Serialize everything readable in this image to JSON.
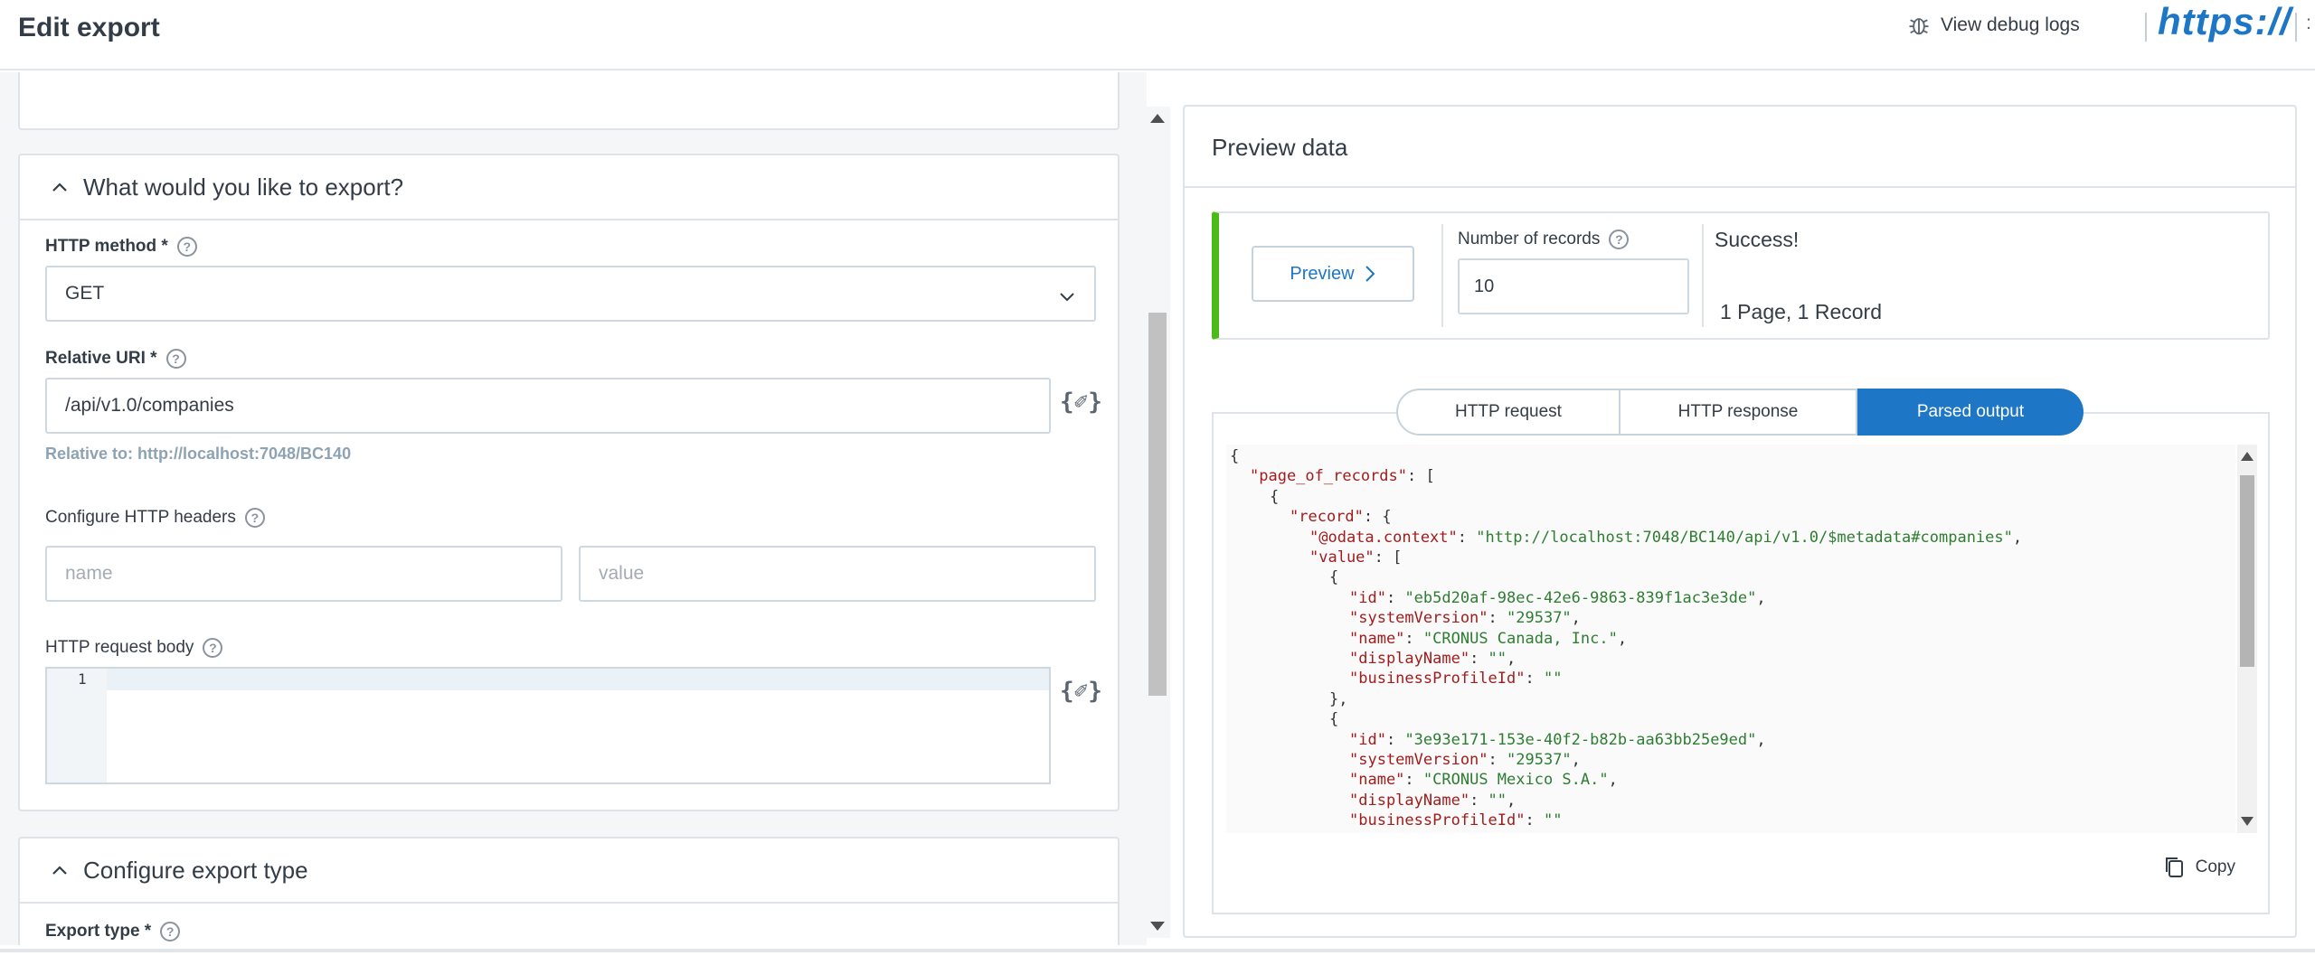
{
  "header": {
    "title": "Edit export",
    "debug_label": "View debug logs",
    "logo_text": "https://",
    "trailing": ":"
  },
  "form": {
    "section_what": {
      "title": "What would you like to export?",
      "http_method_label": "HTTP method *",
      "http_method_value": "GET",
      "relative_uri_label": "Relative URI *",
      "relative_uri_value": "/api/v1.0/companies",
      "relative_hint": "Relative to: http://localhost:7048/BC140",
      "headers_label": "Configure HTTP headers",
      "header_name_placeholder": "name",
      "header_value_placeholder": "value",
      "body_label": "HTTP request body",
      "body_line_number": "1",
      "handlebars_icon": "{✐}"
    },
    "section_type": {
      "title": "Configure export type",
      "export_type_label": "Export type *"
    }
  },
  "preview": {
    "title": "Preview data",
    "preview_button": "Preview",
    "num_records_label": "Number of records",
    "num_records_value": "10",
    "status": "Success!",
    "summary": "1 Page, 1 Record",
    "tabs": [
      "HTTP request",
      "HTTP response",
      "Parsed output"
    ],
    "active_tab": "Parsed output",
    "copy_label": "Copy",
    "output_lines": [
      {
        "indent": 0,
        "text": "{"
      },
      {
        "indent": 1,
        "key": "\"page_of_records\"",
        "rest": ": ["
      },
      {
        "indent": 2,
        "text": "{"
      },
      {
        "indent": 3,
        "key": "\"record\"",
        "rest": ": {"
      },
      {
        "indent": 4,
        "key": "\"@odata.context\"",
        "rest": ": ",
        "str": "\"http://localhost:7048/BC140/api/v1.0/$metadata#companies\"",
        "tail": ","
      },
      {
        "indent": 4,
        "key": "\"value\"",
        "rest": ": ["
      },
      {
        "indent": 5,
        "text": "{"
      },
      {
        "indent": 6,
        "key": "\"id\"",
        "rest": ": ",
        "str": "\"eb5d20af-98ec-42e6-9863-839f1ac3e3de\"",
        "tail": ","
      },
      {
        "indent": 6,
        "key": "\"systemVersion\"",
        "rest": ": ",
        "str": "\"29537\"",
        "tail": ","
      },
      {
        "indent": 6,
        "key": "\"name\"",
        "rest": ": ",
        "str": "\"CRONUS Canada, Inc.\"",
        "tail": ","
      },
      {
        "indent": 6,
        "key": "\"displayName\"",
        "rest": ": ",
        "str": "\"\"",
        "tail": ","
      },
      {
        "indent": 6,
        "key": "\"businessProfileId\"",
        "rest": ": ",
        "str": "\"\"",
        "tail": ""
      },
      {
        "indent": 5,
        "text": "},"
      },
      {
        "indent": 5,
        "text": "{"
      },
      {
        "indent": 6,
        "key": "\"id\"",
        "rest": ": ",
        "str": "\"3e93e171-153e-40f2-b82b-aa63bb25e9ed\"",
        "tail": ","
      },
      {
        "indent": 6,
        "key": "\"systemVersion\"",
        "rest": ": ",
        "str": "\"29537\"",
        "tail": ","
      },
      {
        "indent": 6,
        "key": "\"name\"",
        "rest": ": ",
        "str": "\"CRONUS Mexico S.A.\"",
        "tail": ","
      },
      {
        "indent": 6,
        "key": "\"displayName\"",
        "rest": ": ",
        "str": "\"\"",
        "tail": ","
      },
      {
        "indent": 6,
        "key": "\"businessProfileId\"",
        "rest": ": ",
        "str": "\"\"",
        "tail": ""
      }
    ]
  },
  "colors": {
    "accent": "#1d76c6",
    "success": "#4cbb17"
  }
}
